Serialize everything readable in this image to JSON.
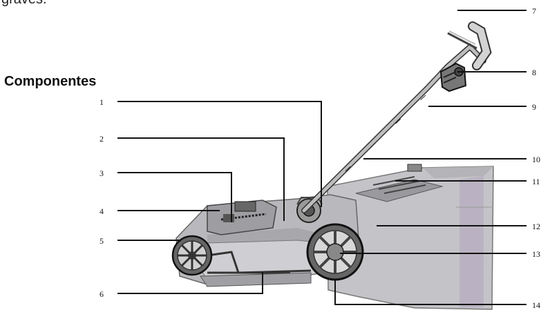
{
  "document": {
    "top_text": "graves.",
    "heading": "Componentes"
  },
  "diagram": {
    "callouts": [
      "1",
      "2",
      "3",
      "4",
      "5",
      "6",
      "7",
      "8",
      "9",
      "10",
      "11",
      "12",
      "13",
      "14"
    ]
  }
}
